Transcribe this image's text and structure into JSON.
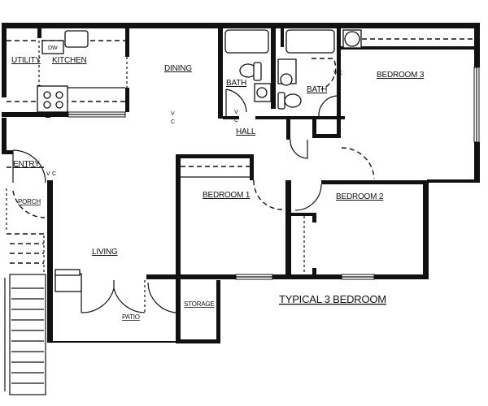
{
  "title": "TYPICAL 3 BEDROOM",
  "rooms": {
    "utility": "UTILITY",
    "kitchen": "KITCHEN",
    "dining": "DINING",
    "bath1": "BATH",
    "bath2": "BATH",
    "bedroom3": "BEDROOM 3",
    "hall": "HALL",
    "entry": "ENTRY",
    "porch": "PORCH",
    "bedroom1": "BEDROOM 1",
    "bedroom2": "BEDROOM 2",
    "living": "LIVING",
    "patio": "PATIO",
    "storage": "STORAGE"
  },
  "fixtures": {
    "dishwasher": "DW",
    "vc_marks": [
      "V",
      "C"
    ]
  },
  "colors": {
    "ink": "#111111",
    "paper": "#ffffff"
  }
}
